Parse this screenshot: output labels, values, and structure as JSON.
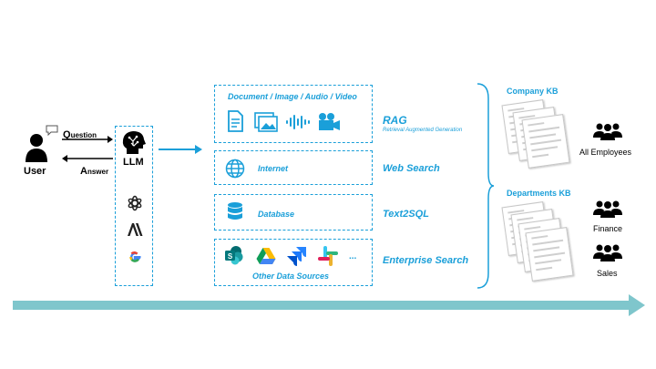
{
  "user": {
    "label": "User"
  },
  "question": {
    "cap": "Q",
    "rest": "uestion"
  },
  "answer": {
    "cap": "A",
    "rest": "nswer"
  },
  "llm": {
    "label": "LLM"
  },
  "rag_box": {
    "heading": "Document / Image / Audio / Video"
  },
  "rag": {
    "title": "RAG",
    "subtitle": "Retrieval Augmented Generation"
  },
  "internet_box": {
    "label": "Internet"
  },
  "web_search": {
    "title": "Web Search"
  },
  "database_box": {
    "label": "Database"
  },
  "text2sql": {
    "title": "Text2SQL"
  },
  "sources_box": {
    "label": "Other Data Sources",
    "ellipsis": "..."
  },
  "enterprise_search": {
    "title": "Enterprise Search"
  },
  "company_kb": {
    "title": "Company KB"
  },
  "departments_kb": {
    "title": "Departments KB"
  },
  "groups": {
    "all": "All Employees",
    "finance": "Finance",
    "sales": "Sales"
  },
  "colors": {
    "accent": "#1a9fd9",
    "timeline": "#7fc6cc"
  }
}
